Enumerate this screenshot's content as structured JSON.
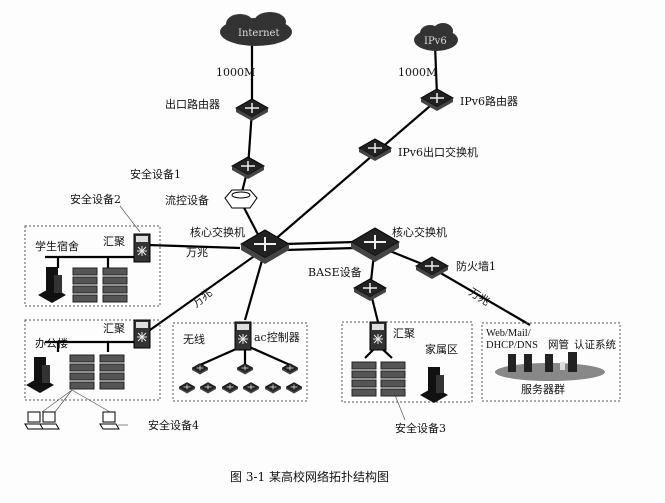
{
  "nodes": {
    "internet": "Internet",
    "ipv6": "IPv6",
    "link_internet": "1000M",
    "link_ipv6": "1000M",
    "exit_router": "出口路由器",
    "ipv6_router": "IPv6路由器",
    "security1": "安全设备1",
    "ipv6_switch": "IPv6出口交换机",
    "flow_control": "流控设备",
    "core_switch_1": "核心交换机",
    "core_switch_2": "核心交换机",
    "base_device": "BASE设备",
    "firewall": "防火墙1",
    "security2": "安全设备2",
    "security3": "安全设备3",
    "security4": "安全设备4",
    "link_10g_1": "万兆",
    "link_10g_2": "万兆",
    "link_10g_3": "万兆"
  },
  "zones": {
    "dorm": {
      "title": "学生宿舍",
      "agg": "汇聚"
    },
    "office": {
      "title": "办公楼",
      "agg": "汇聚"
    },
    "wireless": {
      "title": "无线",
      "controller": "ac控制器"
    },
    "family": {
      "title": "家属区",
      "agg": "汇聚"
    },
    "servers": {
      "line1": "Web/Mail/",
      "line2": "DHCP/DNS",
      "netmgmt": "网管",
      "auth": "认证系统",
      "title": "服务器群"
    }
  },
  "caption": "图 3-1    某高校网络拓扑结构图"
}
